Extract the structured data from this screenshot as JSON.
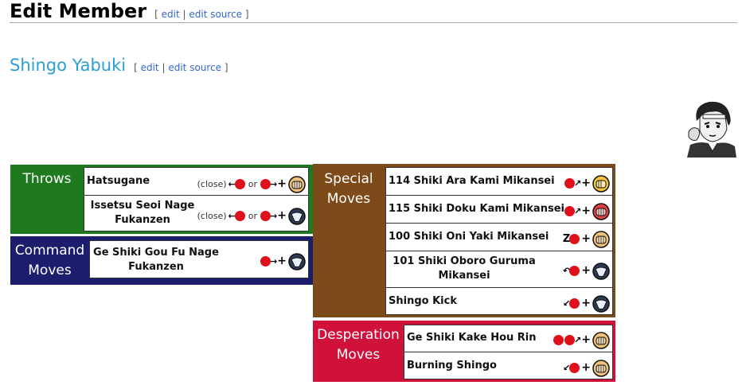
{
  "page": {
    "title": "Edit Member",
    "edit_label": "edit",
    "edit_source_label": "edit source",
    "bracket_open": "[",
    "bracket_close": "]",
    "separator": "|"
  },
  "section": {
    "heading": "Shingo Yabuki",
    "edit_label": "edit",
    "edit_source_label": "edit source"
  },
  "colors": {
    "throws": "#1f7a1f",
    "command": "#1d1d6e",
    "special": "#7d4a1a",
    "desperation": "#d0123a",
    "link": "#3366cc",
    "heading_link": "#2a9fd6"
  },
  "throws": {
    "label": "Throws",
    "moves": [
      {
        "name": "Hatsugane",
        "prefix": "(close)",
        "or": "or",
        "button": "fist-c-icon"
      },
      {
        "name": "Issetsu Seoi Nage Fukanzen",
        "prefix": "(close)",
        "or": "or",
        "button": "kick-d-icon"
      }
    ]
  },
  "command": {
    "label": "Command Moves",
    "moves": [
      {
        "name": "Ge Shiki Gou Fu Nage Fukanzen",
        "button": "kick-d-icon"
      }
    ]
  },
  "special": {
    "label": "Special Moves",
    "moves": [
      {
        "name": "114 Shiki Ara Kami Mikansei",
        "button": "fist-a-icon"
      },
      {
        "name": "115 Shiki Doku Kami Mikansei",
        "button": "fist-c-icon"
      },
      {
        "name": "100 Shiki Oni Yaki Mikansei",
        "button": "fist-c-icon"
      },
      {
        "name": "101 Shiki Oboro Guruma Mikansei",
        "button": "kick-d-icon"
      },
      {
        "name": "Shingo Kick",
        "button": "kick-d-icon"
      }
    ]
  },
  "desperation": {
    "label": "Desperation Moves",
    "moves": [
      {
        "name": "Ge Shiki Kake Hou Rin",
        "button": "fist-c-icon"
      },
      {
        "name": "Burning Shingo",
        "button": "fist-c-icon"
      }
    ]
  }
}
